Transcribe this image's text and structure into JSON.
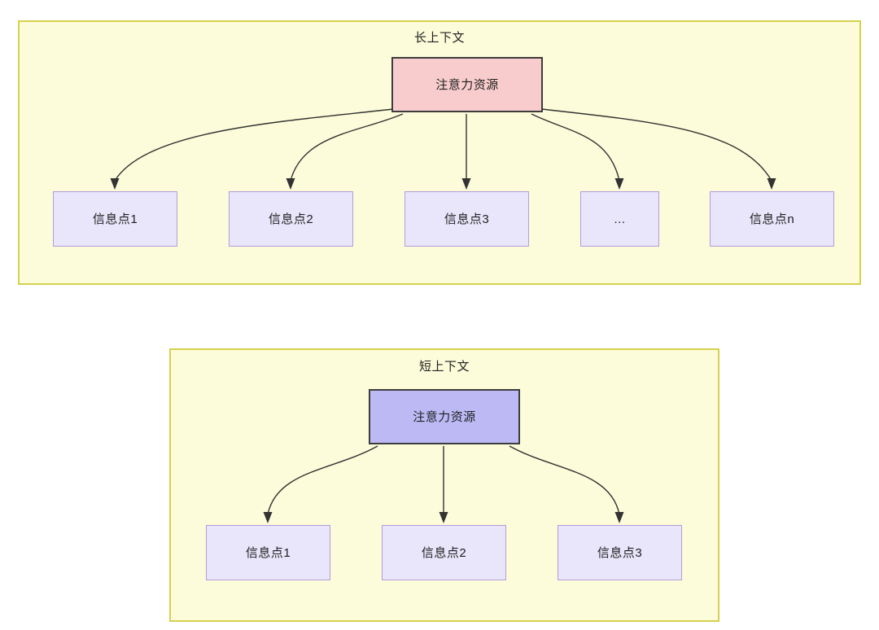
{
  "diagram": {
    "title_top": "长上下文",
    "title_bottom": "短上下文",
    "colors": {
      "container_fill": "#fcfcda",
      "container_border": "#d6d14e",
      "attention_long_fill": "#f8cccc",
      "attention_short_fill": "#bdb9f5",
      "attention_border": "#3d3d3d",
      "info_fill": "#e9e5fb",
      "info_border": "#b39ddb",
      "edge_stroke": "#333333"
    }
  },
  "long_context": {
    "title": "长上下文",
    "attention_node": {
      "label": "注意力资源",
      "icon": "attention-resource-node"
    },
    "info_nodes": [
      {
        "label": "信息点1"
      },
      {
        "label": "信息点2"
      },
      {
        "label": "信息点3"
      },
      {
        "label": "..."
      },
      {
        "label": "信息点n"
      }
    ]
  },
  "short_context": {
    "title": "短上下文",
    "attention_node": {
      "label": "注意力资源",
      "icon": "attention-resource-node"
    },
    "info_nodes": [
      {
        "label": "信息点1"
      },
      {
        "label": "信息点2"
      },
      {
        "label": "信息点3"
      }
    ]
  }
}
